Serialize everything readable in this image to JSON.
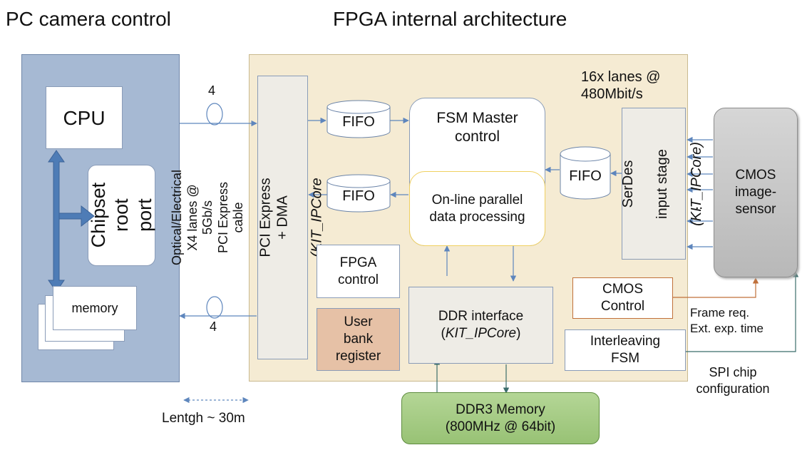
{
  "titles": {
    "left": "PC camera control",
    "center": "FPGA internal architecture"
  },
  "pc": {
    "cpu": "CPU",
    "chipset": "Chipset\nroot port",
    "memory": "memory"
  },
  "link": {
    "lanes_top": "4",
    "lanes_bottom": "4",
    "cable_label": "Optical/Electrical\nX4 lanes @ 5Gb/s\nPCI Express cable",
    "length": "Lentgh ~ 30m"
  },
  "fpga": {
    "pci_dma_prefix": "PCI Express + DMA",
    "pci_dma_core": "(KIT_IPCore",
    "fifo_top": "FIFO",
    "fifo_mid": "FIFO",
    "fifo_right": "FIFO",
    "fsm_master": "FSM Master\ncontrol",
    "online_processing": "On-line parallel\ndata processing",
    "fpga_control": "FPGA\ncontrol",
    "user_bank": "User\nbank\nregister",
    "ddr_interface": "DDR interface",
    "ddr_interface_core_open": "(",
    "ddr_interface_core": "KIT_IPCore",
    "ddr_interface_core_close": ")",
    "lanes_label": "16x lanes @\n480Mbit/s",
    "serdes_line1": "SerDes",
    "serdes_line2": "input stage",
    "serdes_core": "(KIT_IPCore)",
    "cmos_control": "CMOS\nControl",
    "interleaving": "Interleaving\nFSM"
  },
  "external": {
    "cmos_sensor": "CMOS\nimage-\nsensor",
    "dots": "..",
    "frame_req": "Frame req.\nExt. exp. time",
    "spi": "SPI chip\nconfiguration",
    "ddr3": "DDR3 Memory\n(800MHz @ 64bit)"
  },
  "colors": {
    "pc_panel": "#a6b9d3",
    "fpga_panel": "#f5ebd3",
    "user_bank": "#e6c1a6",
    "ddr3": "#a5cb82",
    "sensor": "#c1c1c1",
    "arrow_blue": "#4e7cb6",
    "orange_line": "#c0703a"
  }
}
